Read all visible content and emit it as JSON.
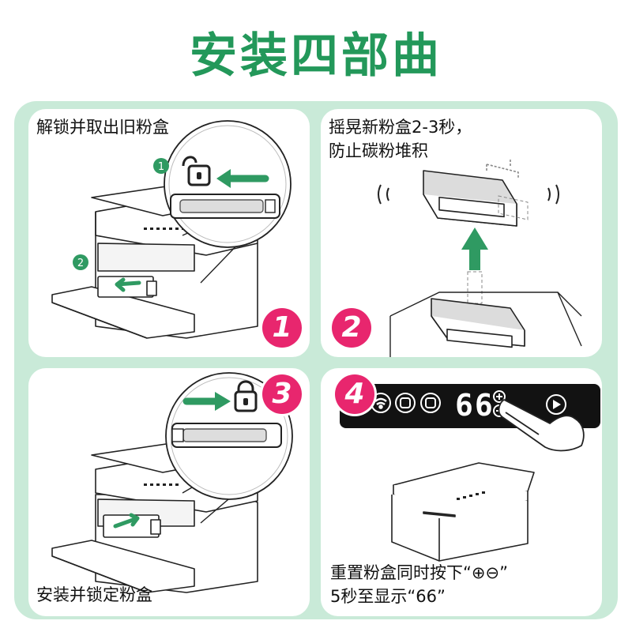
{
  "title": "安装四部曲",
  "steps": [
    {
      "number": "1",
      "caption_lines": [
        "解锁并取出旧粉盒"
      ],
      "markers": [
        "1",
        "2"
      ]
    },
    {
      "number": "2",
      "caption_lines": [
        "摇晃新粉盒2-3秒，",
        "防止碳粉堆积"
      ]
    },
    {
      "number": "3",
      "caption_lines": [
        "安装并锁定粉盒"
      ]
    },
    {
      "number": "4",
      "caption_lines": [
        "重置粉盒同时按下“⊕⊖”",
        "5秒至显示“66”"
      ],
      "display_value": "66"
    }
  ],
  "colors": {
    "title_green": "#23985a",
    "board_green": "#c9ead8",
    "badge_pink": "#e8266e",
    "arrow_green": "#2f9a62"
  },
  "icons": [
    "lock-open-icon",
    "lock-closed-icon",
    "arrow-left-icon",
    "arrow-right-icon",
    "arrow-up-icon",
    "wifi-icon",
    "plus-icon",
    "minus-icon",
    "play-icon",
    "hand-icon"
  ]
}
